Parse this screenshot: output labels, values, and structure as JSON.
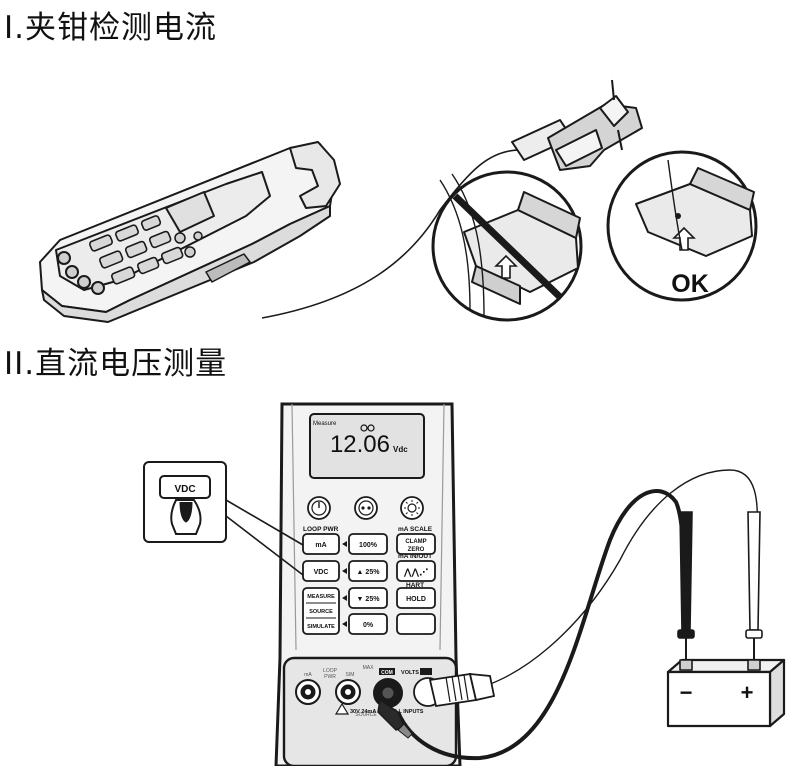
{
  "section1": {
    "title": "I.夹钳检测电流"
  },
  "section2": {
    "title": "II.直流电压测量"
  },
  "clamp_check": {
    "ok_label": "OK"
  },
  "meter": {
    "mode_label": "Measure",
    "reading": "12.06",
    "unit": "Vdc",
    "group_labels": {
      "loop_pwr": "LOOP PWR",
      "ma_scale": "mA SCALE",
      "ma_inout": "mA IN/OUT",
      "hart": "HART"
    },
    "buttons": {
      "ma": "mA",
      "p100": "100%",
      "clamp_zero_line1": "CLAMP",
      "clamp_zero_line2": "ZERO",
      "vdc": "VDC",
      "up25": "▲ 25%",
      "wave": "⋀⋀⋰",
      "measure": "MEASURE",
      "source": "SOURCE",
      "simulate": "SIMULATE",
      "down25": "▼ 25%",
      "hold": "HOLD",
      "p0": "0%"
    },
    "jacks": {
      "mA": "mA",
      "loop": "LOOP",
      "pwr": "PWR",
      "com": "COM",
      "volts": "VOLTS",
      "sim": "SIM",
      "source": "SOURCE",
      "max": "MAX"
    },
    "warning": "30V 24mA MAX ALL INPUTS"
  },
  "callout": {
    "label": "VDC"
  },
  "battery": {
    "minus": "−",
    "plus": "+"
  },
  "colors": {
    "line": "#1a1a1a",
    "screen": "#e2e2e2",
    "body": "#f3f3f3",
    "grip": "#d9d9d9"
  }
}
